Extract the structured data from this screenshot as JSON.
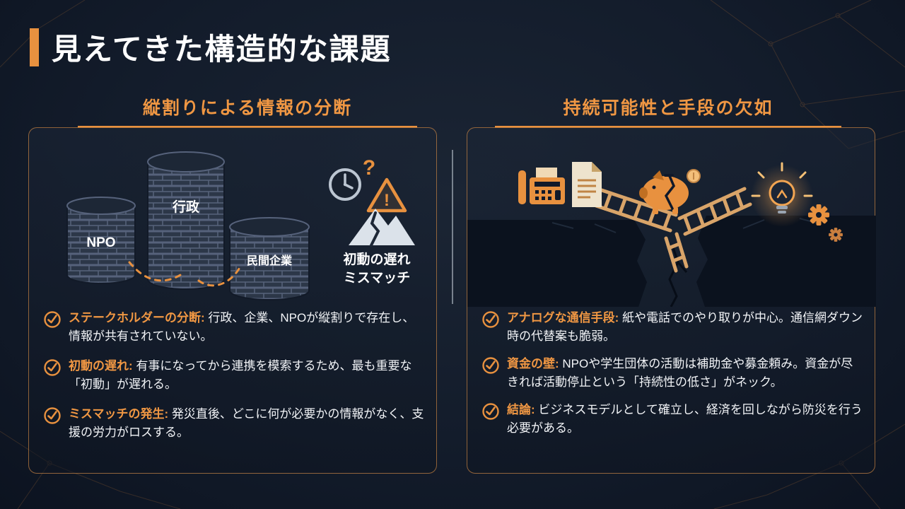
{
  "title": "見えてきた構造的な課題",
  "left_panel": {
    "header": "縦割りによる情報の分断",
    "silos": {
      "npo": "NPO",
      "gov": "行政",
      "private": "民間企業"
    },
    "question_mark": "?",
    "warning_mark": "!",
    "caption_line1": "初動の遅れ",
    "caption_line2": "ミスマッチ",
    "bullets": [
      {
        "lead": "ステークホルダーの分断:",
        "body": " 行政、企業、NPOが縦割りで存在し、情報が共有されていない。"
      },
      {
        "lead": "初動の遅れ:",
        "body": " 有事になってから連携を模索するため、最も重要な「初動」が遅れる。"
      },
      {
        "lead": "ミスマッチの発生:",
        "body": " 発災直後、どこに何が必要かの情報がなく、支援の労力がロスする。"
      }
    ]
  },
  "right_panel": {
    "header": "持続可能性と手段の欠如",
    "bullets": [
      {
        "lead": "アナログな通信手段:",
        "body": " 紙や電話でのやり取りが中心。通信網ダウン時の代替案も脆弱。"
      },
      {
        "lead": "資金の壁:",
        "body": " NPOや学生団体の活動は補助金や募金頼み。資金が尽きれば活動停止という「持続性の低さ」がネック。"
      },
      {
        "lead": "結論:",
        "body": " ビジネスモデルとして確立し、経済を回しながら防災を行う必要がある。"
      }
    ]
  },
  "colors": {
    "accent": "#E8913F",
    "heading_orange": "#F09743",
    "background": "#131C2B",
    "text": "#FFFFFF",
    "panel_border": "#C97E3F"
  }
}
